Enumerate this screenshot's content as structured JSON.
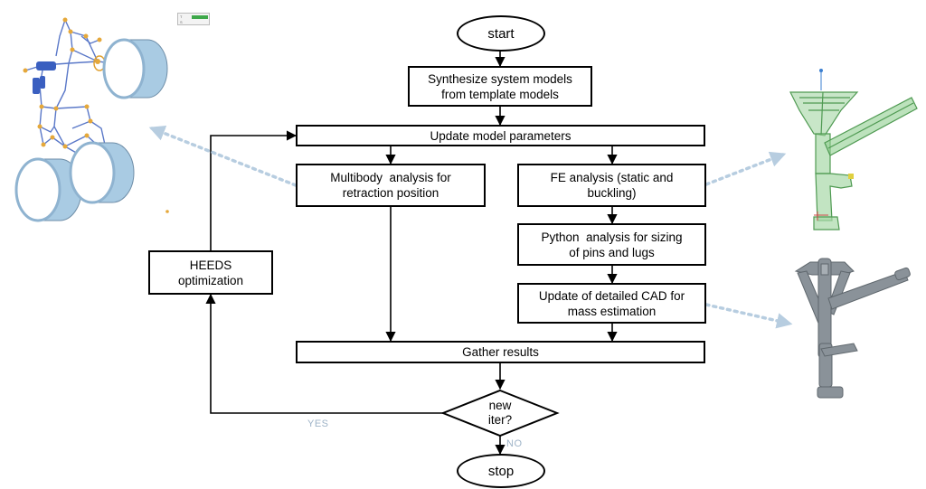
{
  "flowchart": {
    "start": "start",
    "stop": "stop",
    "synthesize": [
      "Synthesize system models",
      "from template models"
    ],
    "update_params": "Update model parameters",
    "multibody": [
      "Multibody  analysis for",
      "retraction position"
    ],
    "fe_analysis": [
      "FE analysis (static and",
      "buckling)"
    ],
    "python": [
      "Python  analysis for sizing",
      "of pins and lugs"
    ],
    "cad": [
      "Update of detailed CAD for",
      "mass estimation"
    ],
    "gather": "Gather results",
    "decision": [
      "new",
      "iter?"
    ],
    "heeds": [
      "HEEDS",
      "optimization"
    ],
    "yes_label": "YES",
    "no_label": "NO"
  },
  "colors": {
    "arrow": "#000000",
    "dotted_arrow": "#b7cde0",
    "label": "#9fb4c8",
    "multibody_model": "#5a78c8",
    "wheel": "#a9cbe3",
    "fe_mesh": "#5fae5f",
    "cad_model": "#8a9299"
  },
  "icons": {
    "multibody_model": "landing-gear-multibody-model-icon",
    "fe_model": "landing-gear-fe-mesh-icon",
    "cad_model": "landing-gear-cad-model-icon"
  }
}
